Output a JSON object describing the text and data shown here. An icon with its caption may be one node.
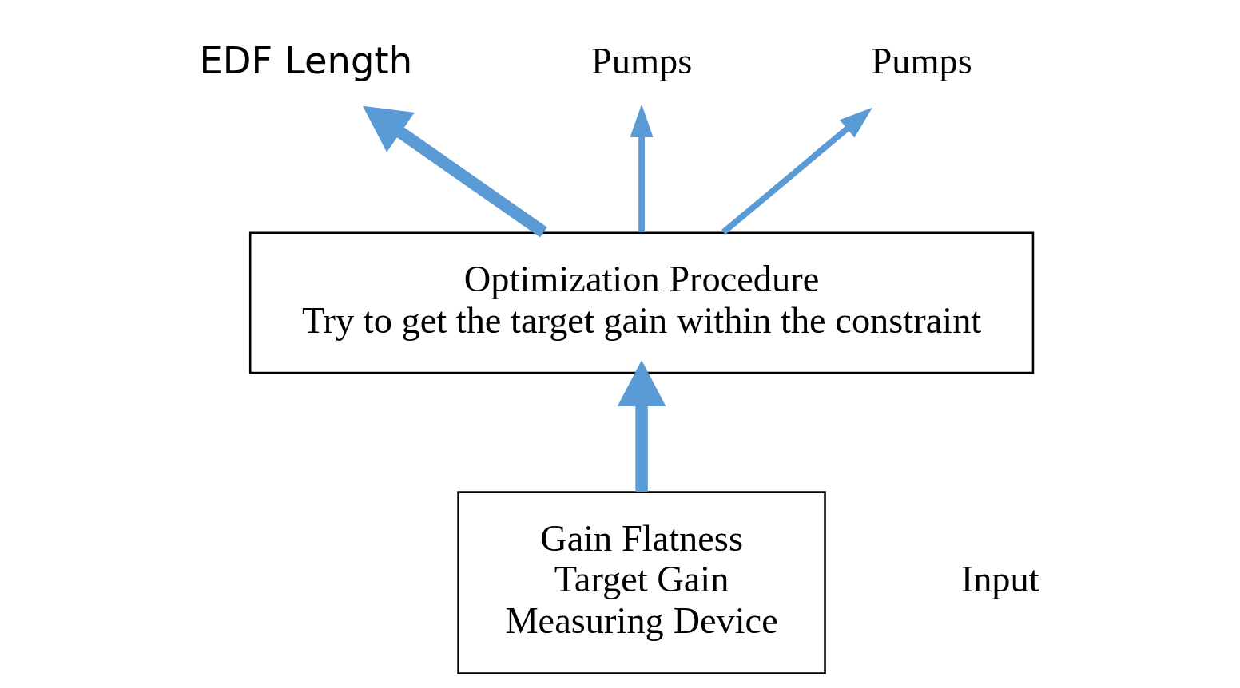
{
  "diagram": {
    "nodes": [
      {
        "text": [
          "EDF Length"
        ]
      },
      {
        "text": [
          "Pumps"
        ]
      },
      {
        "text": [
          "Pumps"
        ]
      },
      {
        "text": [
          "Gain Flatness",
          "Target Gain",
          "Measuring Device"
        ]
      },
      {
        "text": [
          "Optimization Procedure",
          "Try to get the target gain within the constraint"
        ]
      }
    ],
    "edges": [
      {
        "from": 3,
        "to": 4,
        "arrow": "to",
        "style": "thick"
      },
      {
        "from": 4,
        "to": 0,
        "arrow": "to",
        "style": "thick"
      },
      {
        "from": 4,
        "to": 1,
        "arrow": "to"
      },
      {
        "from": 4,
        "to": 2,
        "arrow": "to"
      }
    ],
    "labels": [
      "Input"
    ]
  }
}
